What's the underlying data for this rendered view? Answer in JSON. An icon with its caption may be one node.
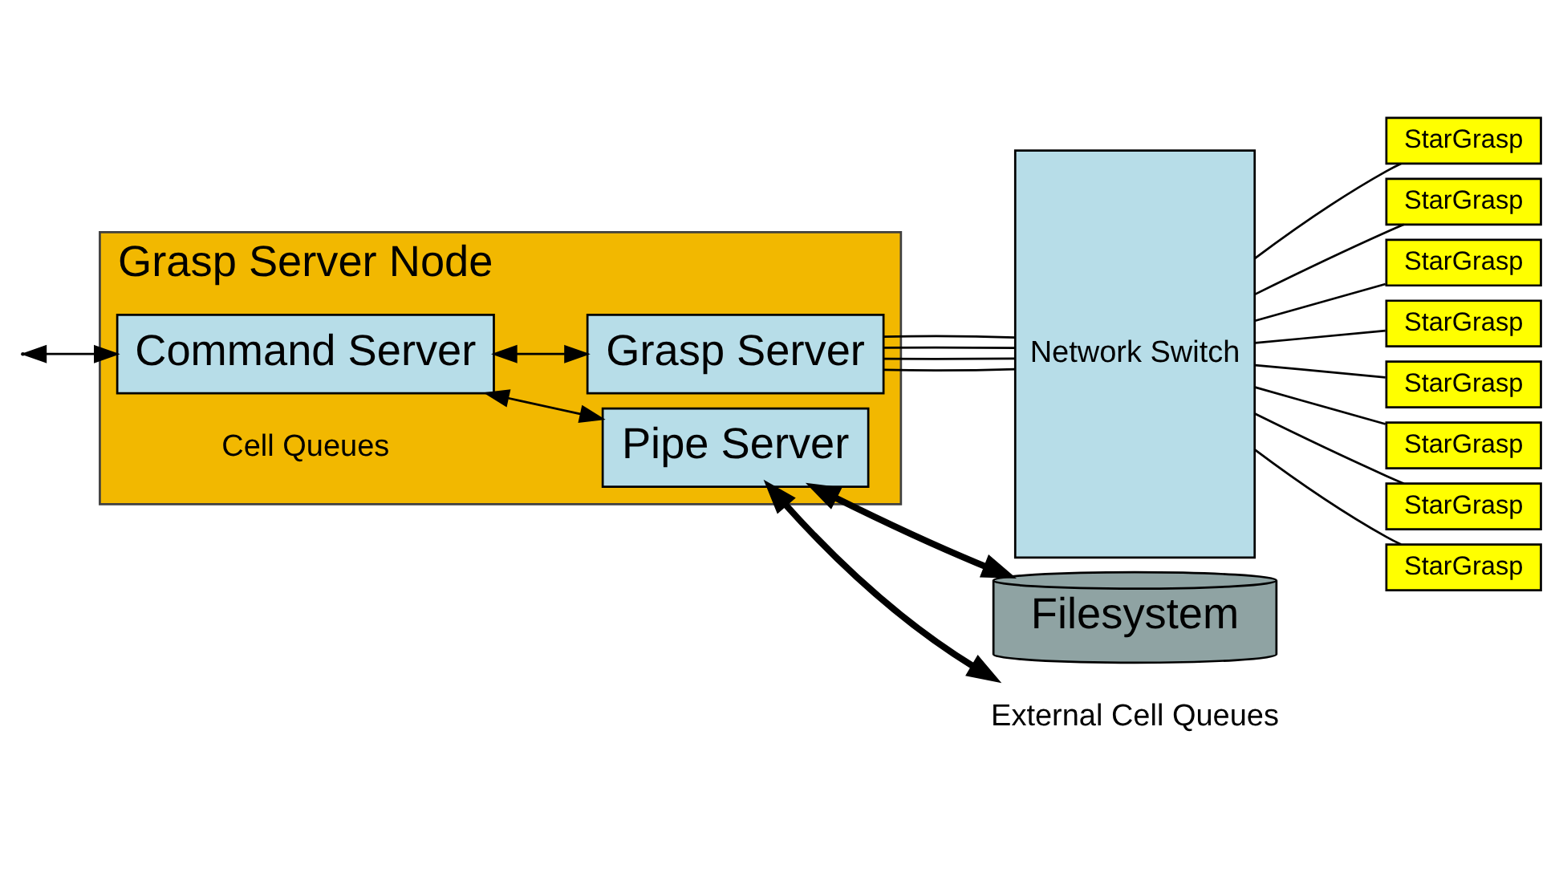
{
  "diagram": {
    "nodes": [
      {
        "text": [
          "Grasp Server Node"
        ]
      },
      {
        "text": [
          "Grasp Server"
        ],
        "in": 0
      },
      {
        "text": [
          "Command Server"
        ],
        "in": 0
      },
      {
        "text": [
          "Pipe Server"
        ],
        "in": 0
      },
      {
        "text": [
          "Network Switch"
        ]
      },
      {
        "text": [
          "StarGrasp"
        ]
      },
      {
        "text": [
          "StarGrasp"
        ]
      },
      {
        "text": [
          "StarGrasp"
        ]
      },
      {
        "text": [
          "StarGrasp"
        ]
      },
      {
        "text": [
          "StarGrasp"
        ]
      },
      {
        "text": [
          "StarGrasp"
        ]
      },
      {
        "text": [
          "StarGrasp"
        ]
      },
      {
        "text": [
          "StarGrasp"
        ]
      },
      {
        "text": [
          "Filesystem"
        ]
      },
      {
        "text": [
          "External Cell Queues"
        ]
      }
    ],
    "edges": [
      {
        "from": null,
        "to": 2,
        "arrow": "both"
      },
      {
        "from": 2,
        "to": 1,
        "arrow": "both"
      },
      {
        "from": 2,
        "to": 3,
        "arrow": "both"
      },
      {
        "from": 3,
        "to": 13,
        "arrow": "both",
        "style": "thick"
      },
      {
        "from": 3,
        "to": 14,
        "arrow": "both",
        "style": "thick"
      },
      {
        "from": 1,
        "to": 4,
        "arrow": "none"
      },
      {
        "from": 1,
        "to": 4,
        "arrow": "none"
      },
      {
        "from": 1,
        "to": 4,
        "arrow": "none"
      },
      {
        "from": 1,
        "to": 4,
        "arrow": "none"
      },
      {
        "from": 4,
        "to": 5,
        "arrow": "none"
      },
      {
        "from": 4,
        "to": 6,
        "arrow": "none"
      },
      {
        "from": 4,
        "to": 7,
        "arrow": "none"
      },
      {
        "from": 4,
        "to": 8,
        "arrow": "none"
      },
      {
        "from": 4,
        "to": 9,
        "arrow": "none"
      },
      {
        "from": 4,
        "to": 10,
        "arrow": "none"
      },
      {
        "from": 4,
        "to": 11,
        "arrow": "none"
      },
      {
        "from": 4,
        "to": 12,
        "arrow": "none"
      }
    ],
    "labels": [
      "Cell Queues"
    ]
  }
}
